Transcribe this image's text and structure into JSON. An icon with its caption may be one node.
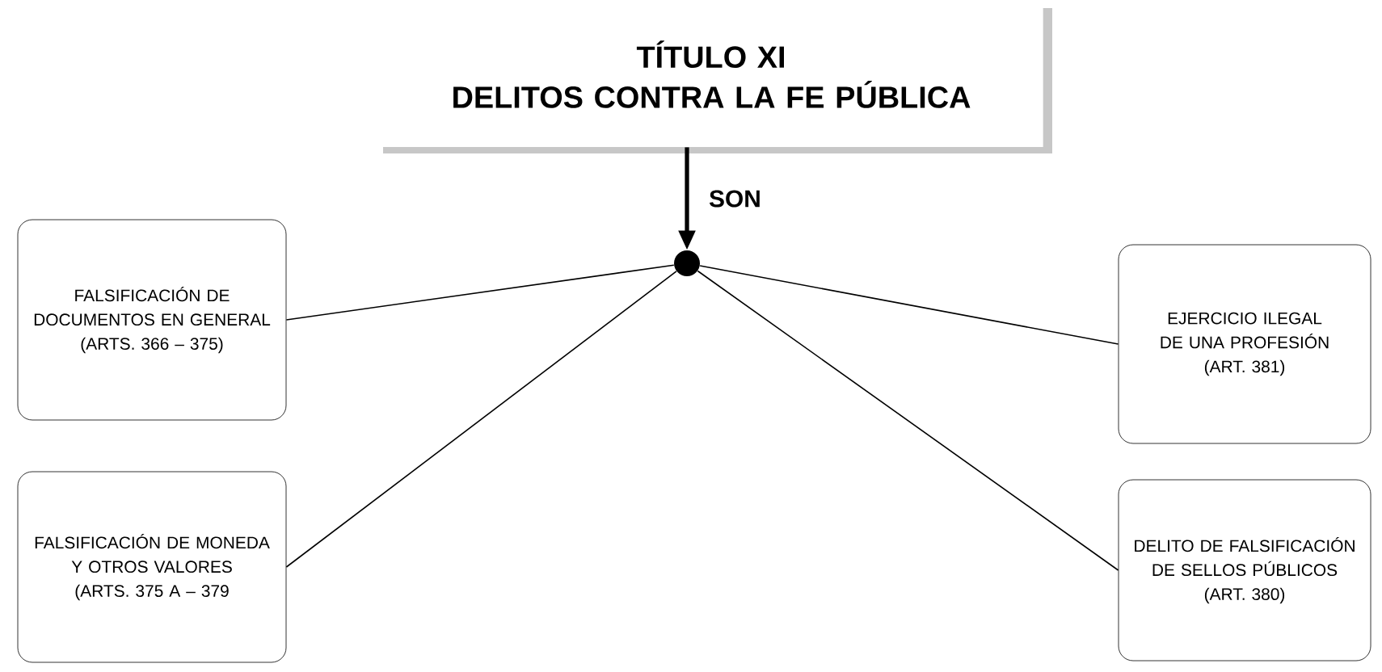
{
  "diagram": {
    "nodes": [
      {
        "text": [
          "TÍTULO XI",
          "DELITOS CONTRA LA FE PÚBLICA"
        ]
      },
      {
        "text": [],
        "shape": "circle"
      },
      {
        "text": [
          "FALSIFICACIÓN DE DOCUMENTOS EN GENERAL",
          "(ARTS. 366 – 375)"
        ]
      },
      {
        "text": [
          "EJERCICIO ILEGAL DE UNA PROFESIÓN",
          "(ART. 381)"
        ]
      },
      {
        "text": [
          "FALSIFICACIÓN DE MONEDA Y OTROS VALORES",
          "(ARTS. 375 A – 379"
        ]
      },
      {
        "text": [
          "DELITO DE FALSIFICACIÓN DE SELLOS PÚBLICOS",
          "(ART. 380)"
        ]
      }
    ],
    "edges": [
      {
        "from": 0,
        "to": 1,
        "arrow": "to",
        "label": "SON",
        "style": "thick"
      },
      {
        "from": 1,
        "to": 2,
        "arrow": "none"
      },
      {
        "from": 1,
        "to": 3,
        "arrow": "none"
      },
      {
        "from": 1,
        "to": 4,
        "arrow": "none"
      },
      {
        "from": 1,
        "to": 5,
        "arrow": "none"
      }
    ]
  }
}
